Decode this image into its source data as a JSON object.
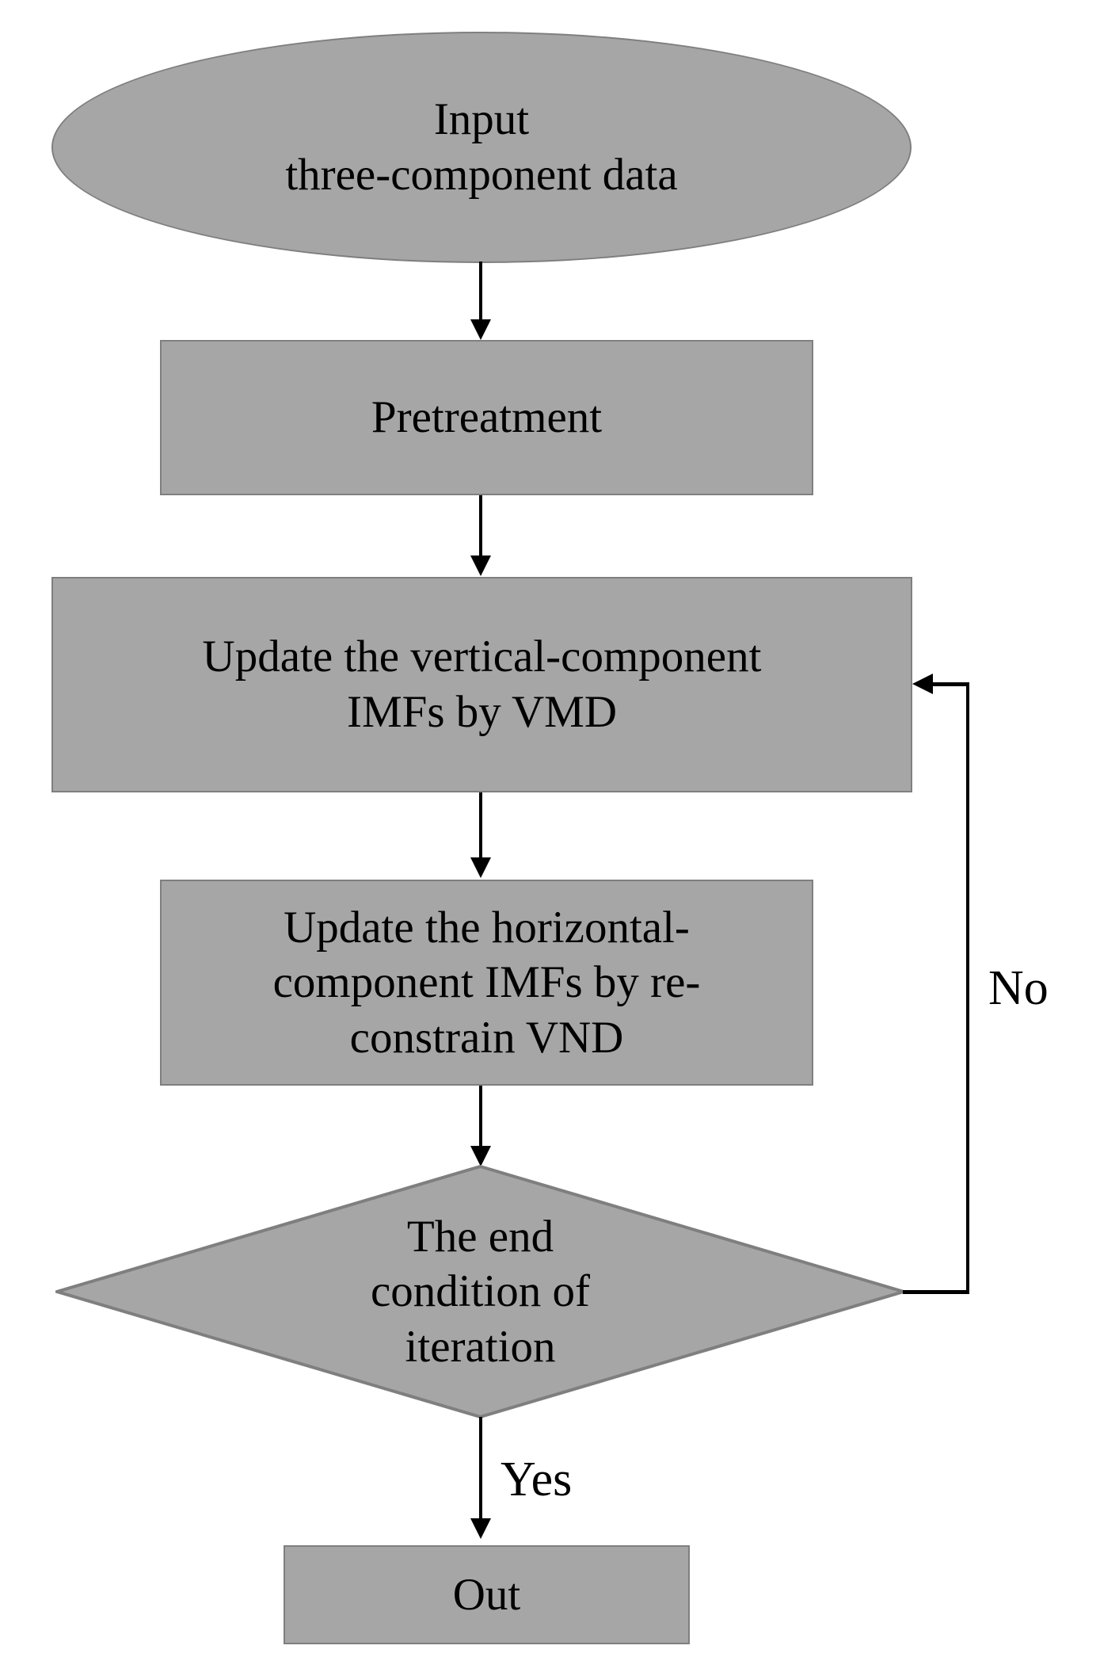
{
  "diagram": {
    "title": "VMD three-component iteration flowchart",
    "colors": {
      "node_fill": "#a6a6a6",
      "node_stroke": "#7f7f7f",
      "connector": "#000000",
      "background": "#ffffff",
      "text": "#000000"
    },
    "nodes": [
      {
        "id": "input",
        "type": "terminator-ellipse",
        "label": "Input\nthree-component data"
      },
      {
        "id": "pretreatment",
        "type": "process-rect",
        "label": "Pretreatment"
      },
      {
        "id": "update-vertical",
        "type": "process-rect",
        "label": "Update the vertical-component\nIMFs by VMD"
      },
      {
        "id": "update-horizontal",
        "type": "process-rect",
        "label": "Update the horizontal-\ncomponent IMFs by re-\nconstrain VND"
      },
      {
        "id": "end-condition",
        "type": "decision-diamond",
        "label": "The end\ncondition of\niteration"
      },
      {
        "id": "out",
        "type": "process-rect",
        "label": "Out"
      }
    ],
    "edges": [
      {
        "id": "e1",
        "from": "input",
        "to": "pretreatment",
        "label": ""
      },
      {
        "id": "e2",
        "from": "pretreatment",
        "to": "update-vertical",
        "label": ""
      },
      {
        "id": "e3",
        "from": "update-vertical",
        "to": "update-horizontal",
        "label": ""
      },
      {
        "id": "e4",
        "from": "update-horizontal",
        "to": "end-condition",
        "label": ""
      },
      {
        "id": "e5",
        "from": "end-condition",
        "to": "update-vertical",
        "label": "No"
      },
      {
        "id": "e6",
        "from": "end-condition",
        "to": "out",
        "label": "Yes"
      }
    ],
    "labels": {
      "no": "No",
      "yes": "Yes"
    }
  }
}
